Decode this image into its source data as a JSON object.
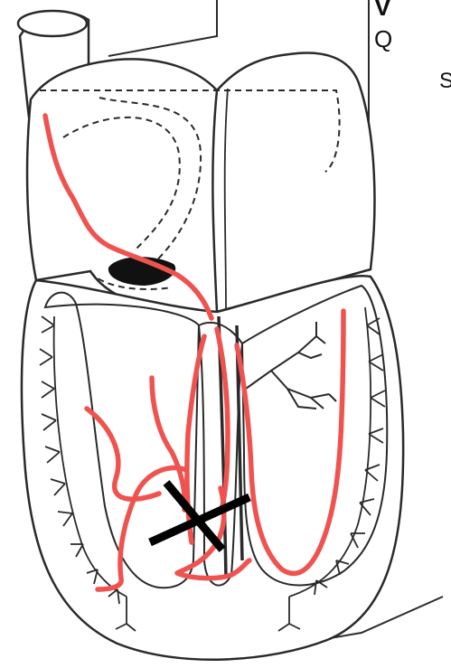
{
  "corner_text": {
    "top": "V",
    "middle": "Q",
    "right": "S"
  },
  "colors": {
    "outline": "#2a2a2a",
    "conduction_path": "#ef5350",
    "block_mark": "#000000",
    "background": "#ffffff"
  }
}
